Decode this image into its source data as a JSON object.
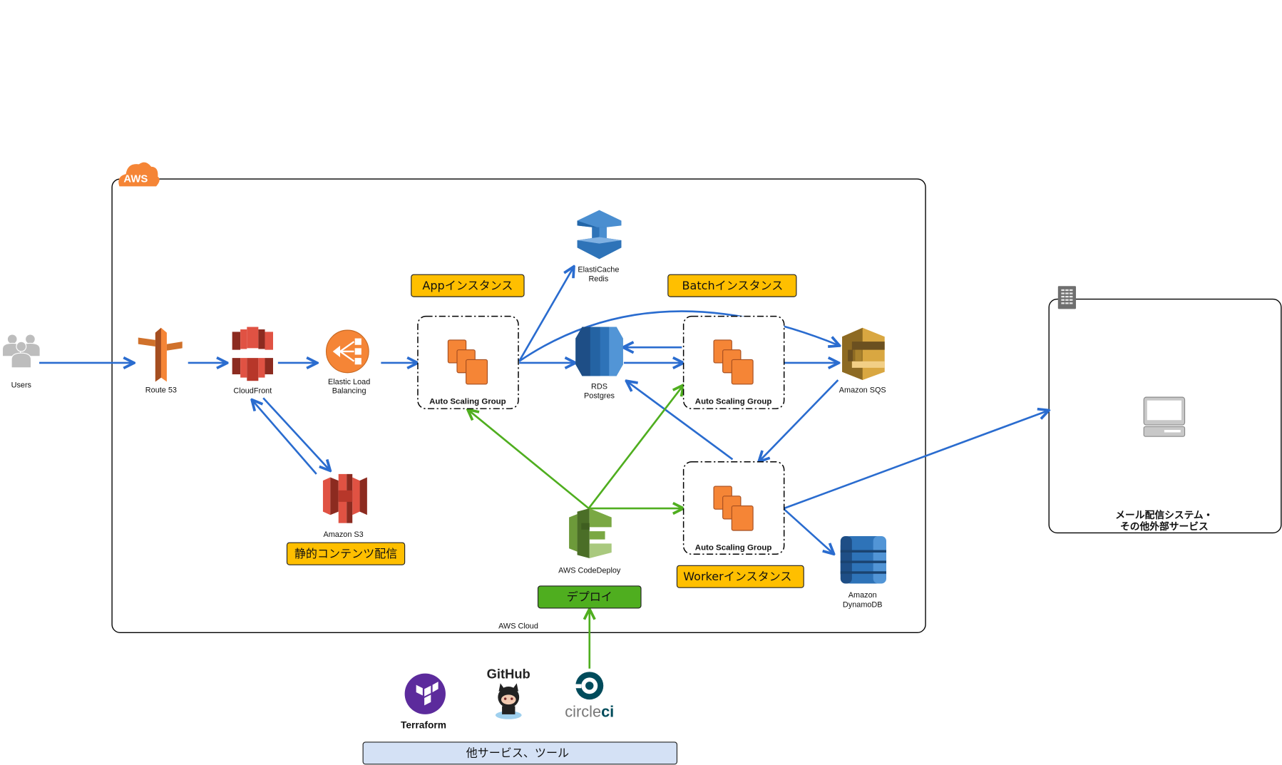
{
  "aws_cloud": {
    "badge": "AWS",
    "caption": "AWS Cloud"
  },
  "nodes": {
    "users": "Users",
    "route53": "Route 53",
    "cloudfront": "CloudFront",
    "elb": [
      "Elastic Load",
      "Balancing"
    ],
    "s3": "Amazon S3",
    "elasticache": [
      "ElastiCache",
      "Redis"
    ],
    "rds": [
      "RDS",
      "Postgres"
    ],
    "sqs": "Amazon SQS",
    "dynamodb": [
      "Amazon",
      "DynamoDB"
    ],
    "codedeploy": "AWS CodeDeploy"
  },
  "asg": {
    "app": "Auto Scaling Group",
    "batch": "Auto Scaling Group",
    "worker": "Auto Scaling Group"
  },
  "tags": {
    "app": "Appインスタンス",
    "batch": "Batchインスタンス",
    "worker": "Workerインスタンス",
    "static": "静的コンテンツ配信",
    "deploy": "デプロイ",
    "tools": "他サービス、ツール"
  },
  "external": {
    "title_line1": "メール配信システム・",
    "title_line2": "その他外部サービス"
  },
  "tools": {
    "terraform": "Terraform",
    "github": "GitHub",
    "circleci_a": "circle",
    "circleci_b": "ci"
  },
  "colors": {
    "aws_orange": "#f58536",
    "tag_yellow": "#ffbf00",
    "deploy_green": "#4fae1f",
    "tools_blue": "#d4e1f5",
    "arrow_blue": "#2a6ccf",
    "arrow_green": "#4fae1f"
  }
}
